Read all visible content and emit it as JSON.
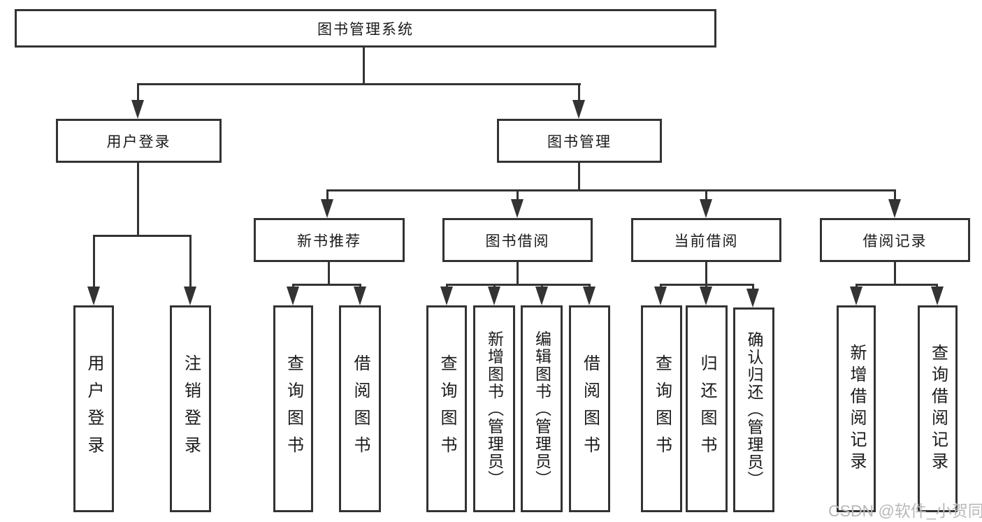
{
  "diagram": {
    "root": "图书管理系统",
    "level2": {
      "user_login": "用户登录",
      "book_mgmt": "图书管理"
    },
    "level3": {
      "new_book_rec": "新书推荐",
      "book_borrow": "图书借阅",
      "current_borrow": "当前借阅",
      "borrow_records": "借阅记录"
    },
    "leaves": {
      "user_login": "用户登录",
      "logout": "注销登录",
      "rec_query": "查询图书",
      "rec_borrow": "借阅图书",
      "bb_query": "查询图书",
      "bb_add": "新增图书（管理员）",
      "bb_edit": "编辑图书（管理员）",
      "bb_borrow": "借阅图书",
      "cb_query": "查询图书",
      "cb_return": "归还图书",
      "cb_confirm": "确认归还（管理员）",
      "br_add": "新增借阅记录",
      "br_query": "查询借阅记录"
    }
  },
  "watermark": "CSDN @软件_小贺同学",
  "colors": {
    "line": "#333333",
    "text": "#1a1a1a",
    "watermark": "#b8b8b8",
    "background": "#ffffff"
  }
}
